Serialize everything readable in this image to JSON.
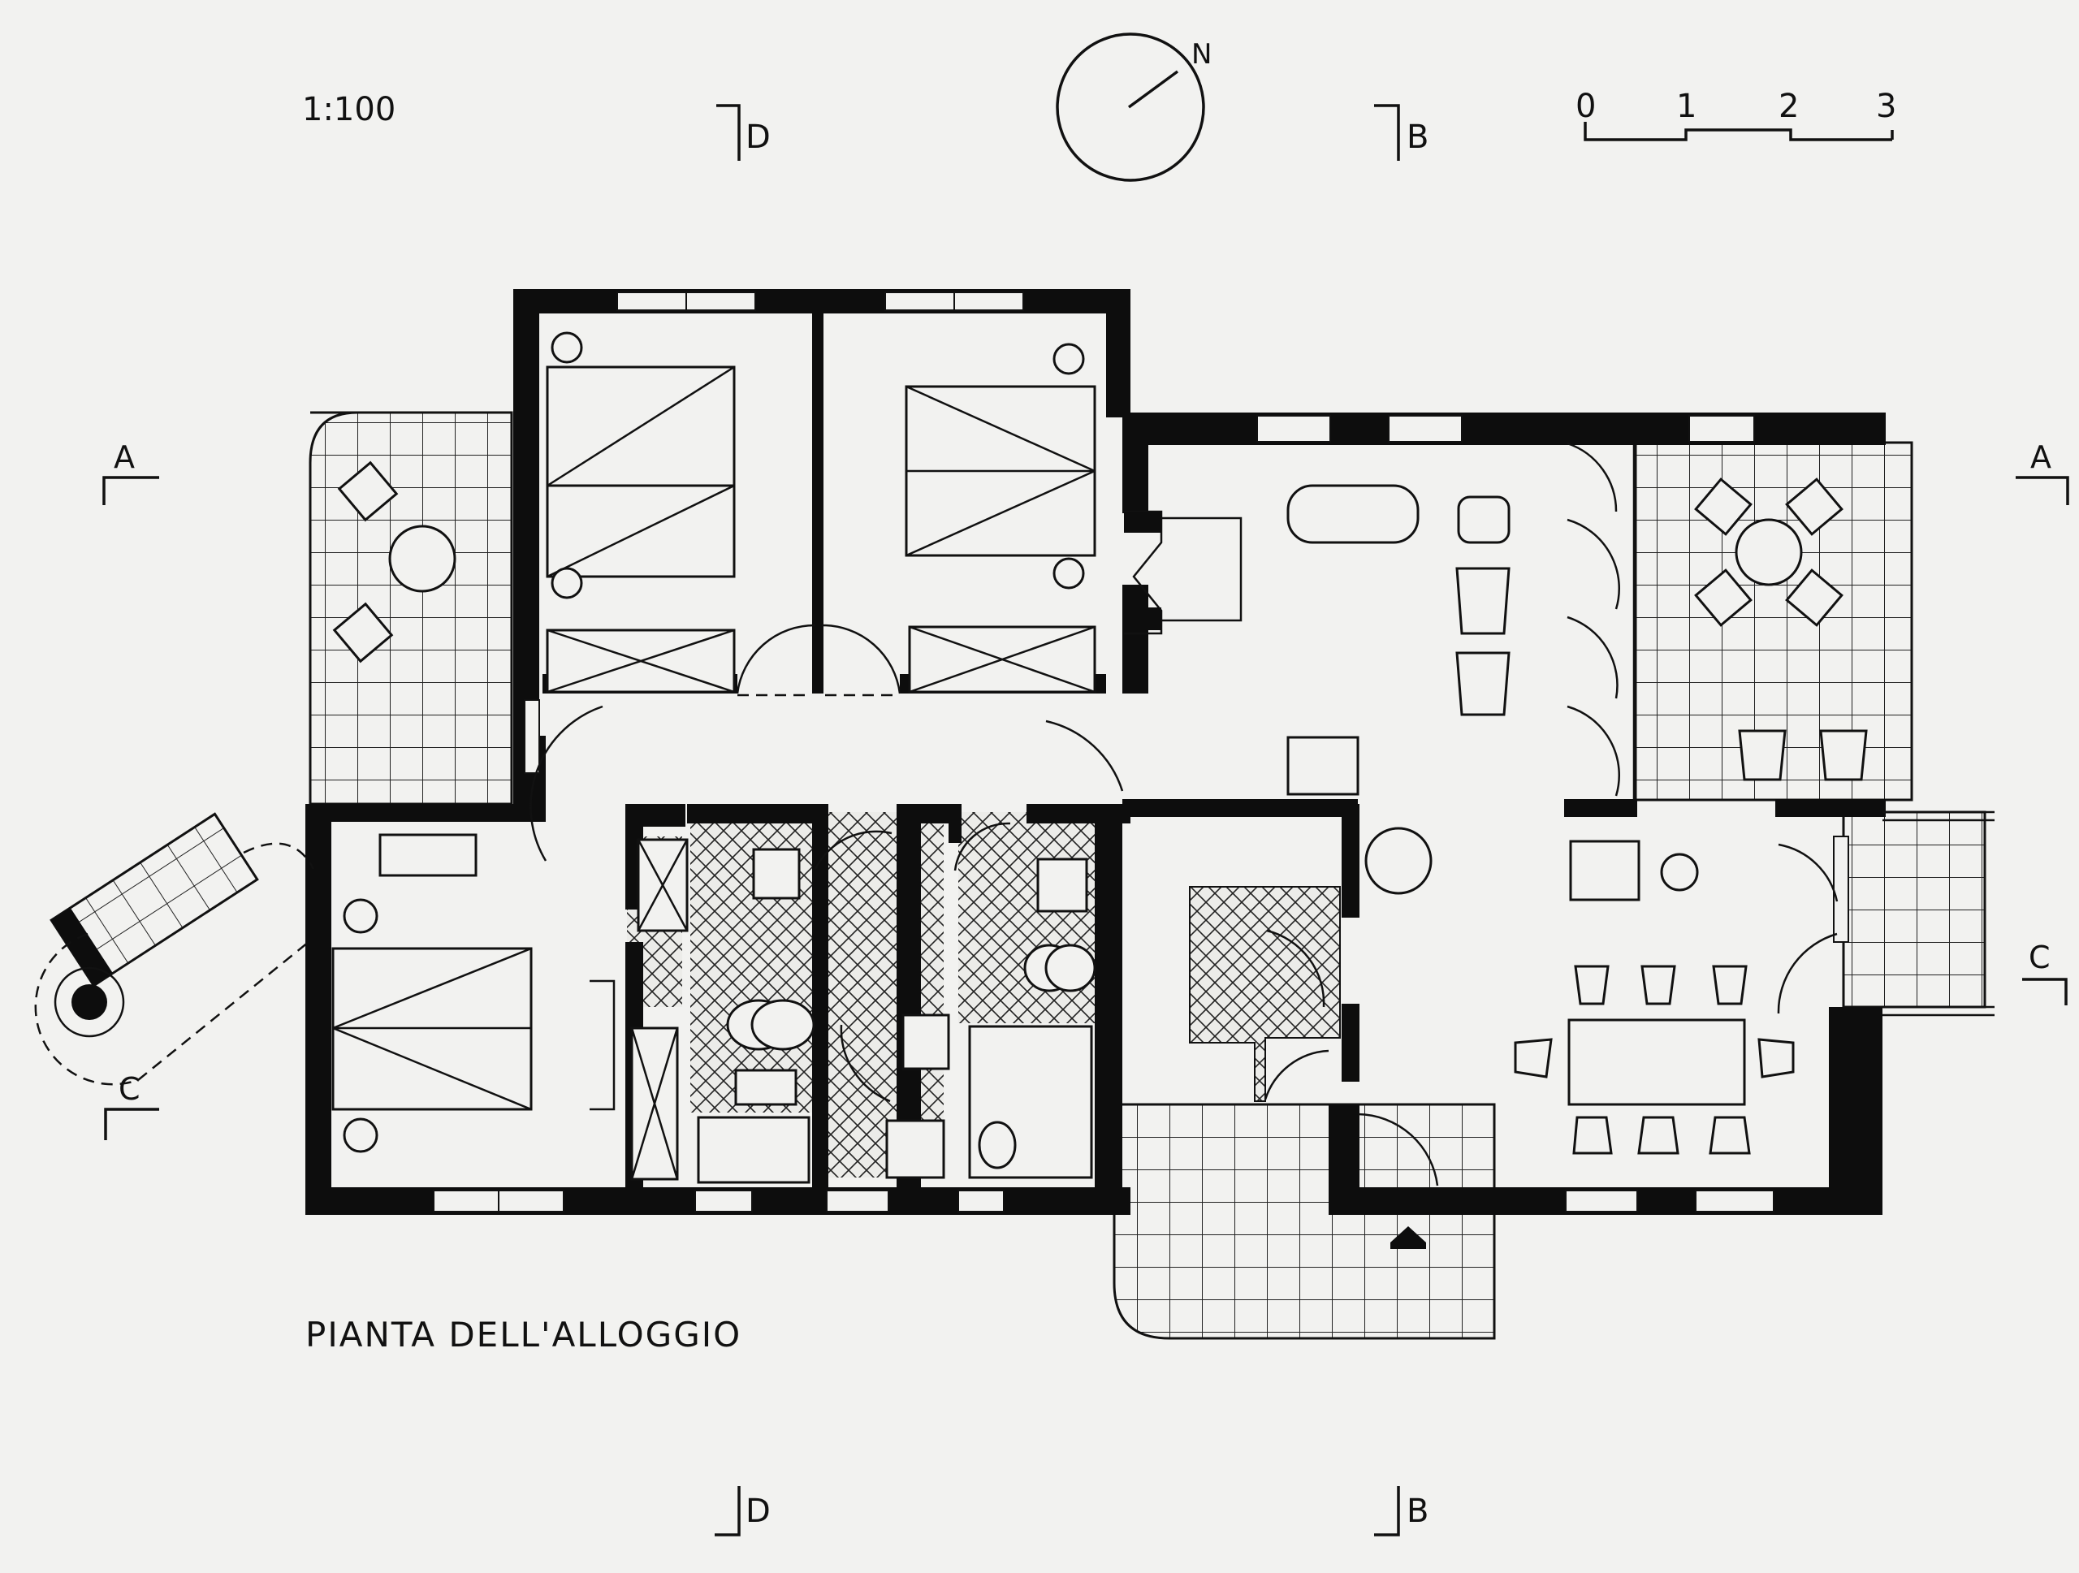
{
  "scale_note": "1:100",
  "plan_title": "PIANTA DELL'ALLOGGIO",
  "north_label": "N",
  "scale_bar": {
    "ticks": [
      "0",
      "1",
      "2",
      "3"
    ]
  },
  "section_marks": {
    "a_left": "A",
    "a_right": "A",
    "b_top": "B",
    "b_bottom": "B",
    "c_left": "C",
    "c_right": "C",
    "d_top": "D",
    "d_bottom": "D"
  }
}
